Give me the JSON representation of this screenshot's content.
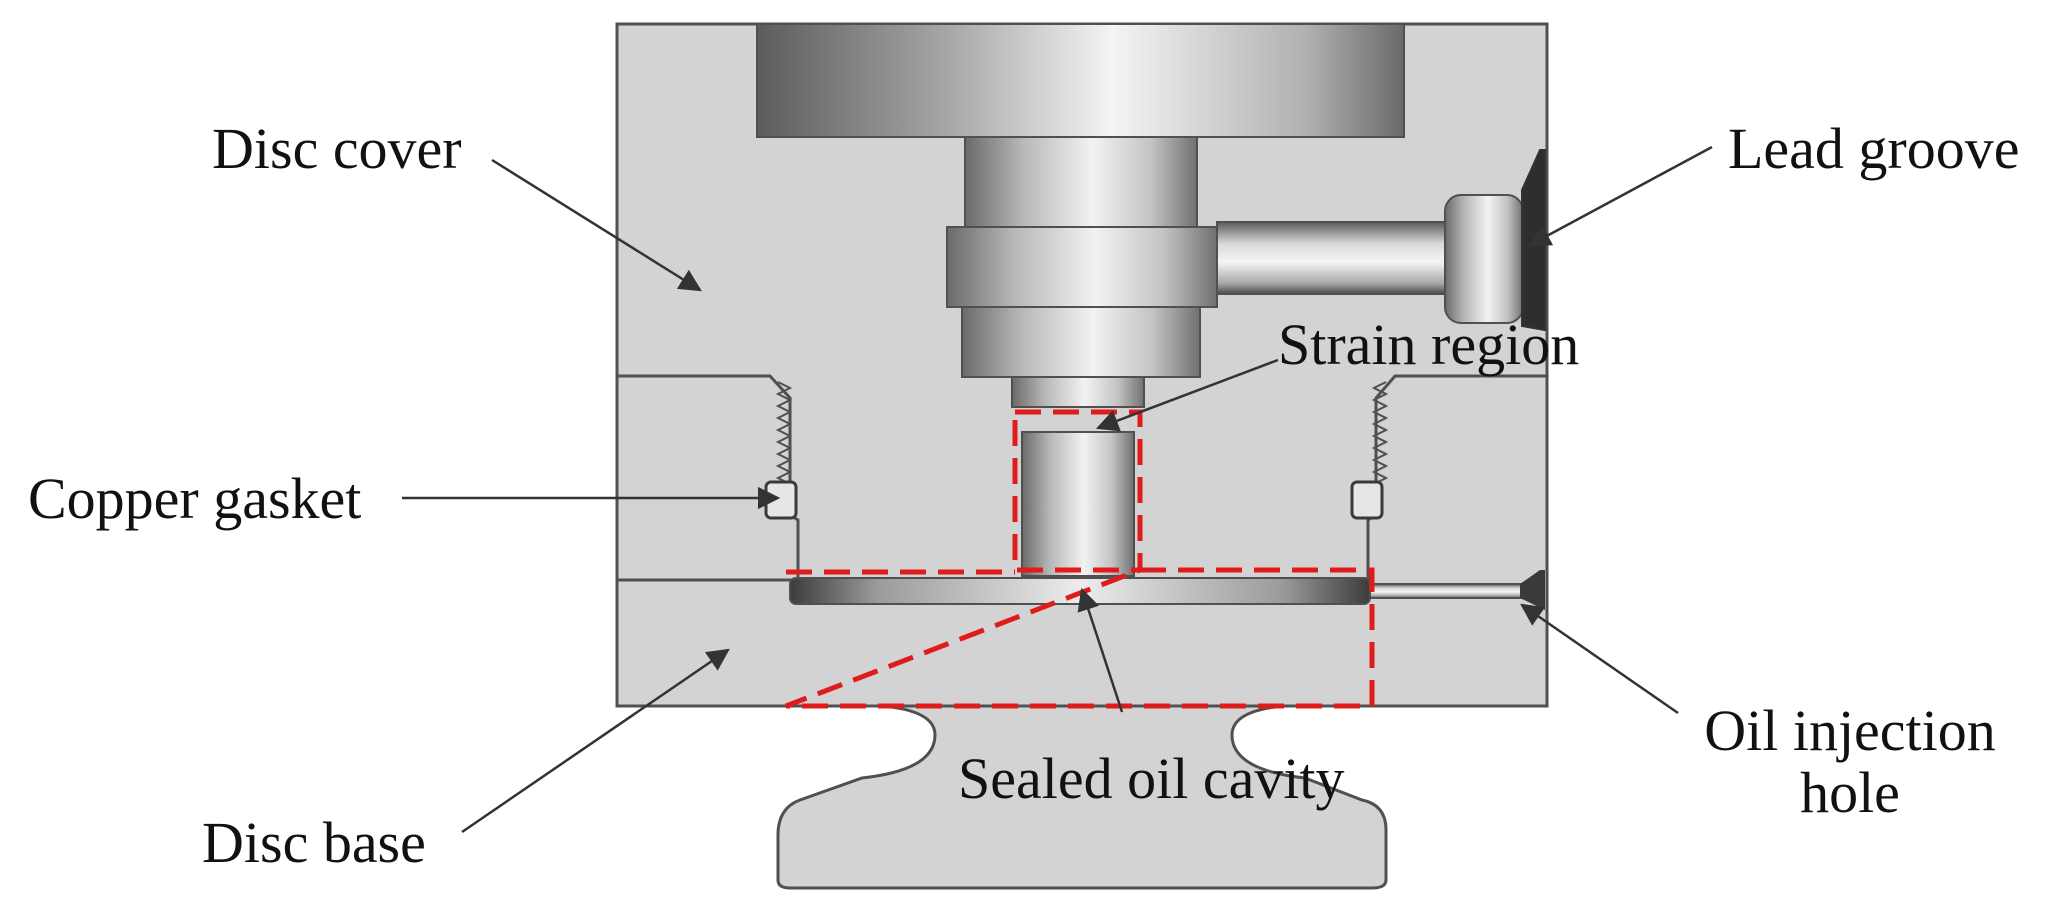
{
  "labels": {
    "disc_cover": "Disc cover",
    "lead_groove": "Lead groove",
    "strain_region": "Strain region",
    "copper_gasket": "Copper gasket",
    "sealed_oil_cavity": "Sealed oil cavity",
    "oil_injection_hole_line1": "Oil injection",
    "oil_injection_hole_line2": "hole",
    "disc_base": "Disc base"
  },
  "colors": {
    "body_fill": "#d3d3d3",
    "outline": "#505050",
    "highlight_dash": "#e01b1b",
    "arrow": "#333333",
    "text": "#111111"
  }
}
